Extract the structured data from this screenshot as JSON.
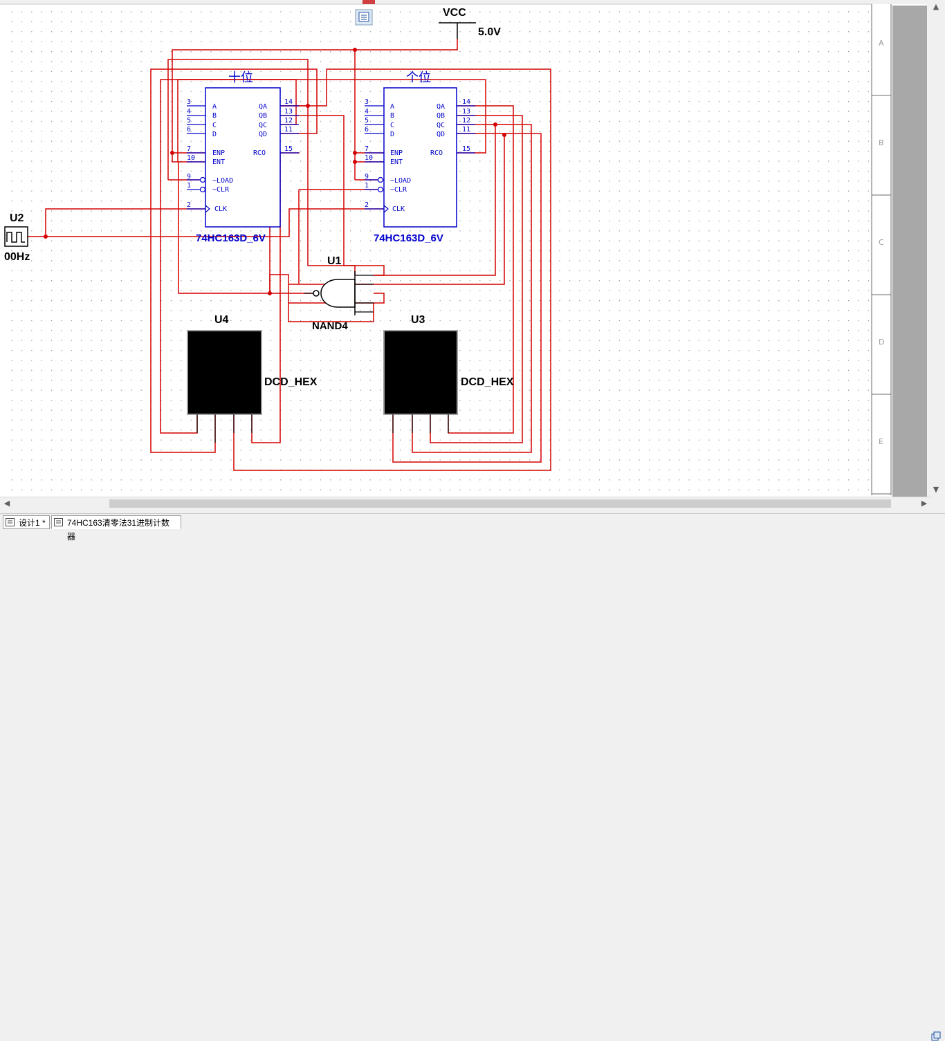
{
  "schematic": {
    "vcc_label": "VCC",
    "vcc_value": "5.0V",
    "clock": {
      "ref": "U2",
      "freq": "00Hz"
    },
    "counter_tens": {
      "title": "十位",
      "part": "74HC163D_6V"
    },
    "counter_ones": {
      "title": "个位",
      "part": "74HC163D_6V"
    },
    "pins_left": [
      {
        "num": "3",
        "name": "A"
      },
      {
        "num": "4",
        "name": "B"
      },
      {
        "num": "5",
        "name": "C"
      },
      {
        "num": "6",
        "name": "D"
      },
      {
        "num": "7",
        "name": "ENP"
      },
      {
        "num": "10",
        "name": "ENT"
      },
      {
        "num": "9",
        "name": "~LOAD"
      },
      {
        "num": "1",
        "name": "~CLR"
      },
      {
        "num": "2",
        "name": "CLK"
      }
    ],
    "pins_right": [
      {
        "num": "14",
        "name": "QA"
      },
      {
        "num": "13",
        "name": "QB"
      },
      {
        "num": "12",
        "name": "QC"
      },
      {
        "num": "11",
        "name": "QD"
      },
      {
        "num": "15",
        "name": "RCO"
      }
    ],
    "nand": {
      "ref": "U1",
      "part": "NAND4"
    },
    "display_tens": {
      "ref": "U4",
      "part": "DCD_HEX"
    },
    "display_ones": {
      "ref": "U3",
      "part": "DCD_HEX"
    },
    "border_rows": [
      "A",
      "B",
      "C",
      "D",
      "E"
    ]
  },
  "tabs": [
    {
      "label": "设计1 *"
    },
    {
      "label": "74HC163清零法31进制计数器"
    }
  ],
  "colors": {
    "wire": "#d40000",
    "component": "#0000cc",
    "label": "#000000",
    "grid_dot": "#8a8a8a"
  }
}
